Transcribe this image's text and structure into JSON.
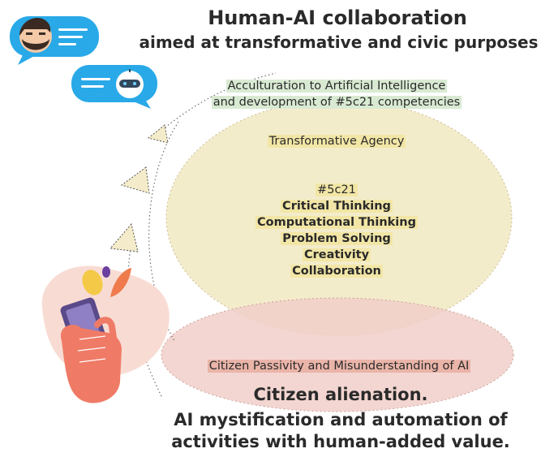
{
  "title": {
    "line1": "Human-AI collaboration",
    "line2": "aimed at transformative and civic purposes"
  },
  "acculturation": {
    "line1": "Acculturation to Artificial Intelligence",
    "line2": "and development of #5c21 competencies"
  },
  "transformative_agency": "Transformative Agency",
  "competencies": {
    "heading": "#5c21",
    "items": [
      "Critical Thinking",
      "Computational Thinking",
      "Problem Solving",
      "Creativity",
      "Collaboration"
    ]
  },
  "citizen_passivity": "Citizen Passivity and Misunderstanding of AI",
  "alienation": {
    "title": "Citizen alienation.",
    "line1": "AI mystification and automation of",
    "line2": "activities with human-added value."
  },
  "colors": {
    "yellow_ellipse": "#f3ebc9",
    "red_ellipse": "#f1cfc9",
    "bubble_blue": "#29a9e8",
    "hand_skin": "#ef7b66",
    "phone": "#5b4a8a"
  },
  "icons": [
    "human-chat-bubble-icon",
    "robot-chat-bubble-icon",
    "hand-smartphone-icon",
    "triangle-arrow-icon"
  ]
}
